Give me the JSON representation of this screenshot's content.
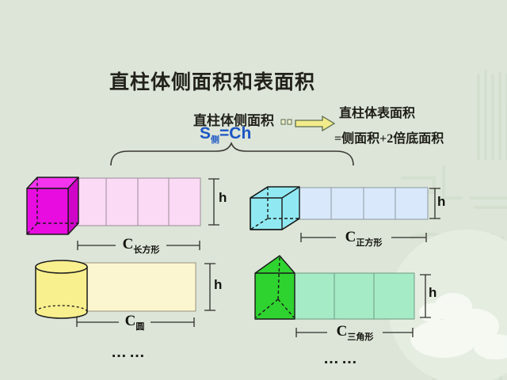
{
  "header": {
    "title": "直柱体侧面积和表面积",
    "lateral_label": "直柱体侧面积",
    "formula_s": "S",
    "formula_sub": "侧",
    "formula_rest": "=Ch",
    "surface_title": "直柱体表面积",
    "surface_formula": "=侧面积+2倍底面积"
  },
  "diagrams": [
    {
      "solid": "cuboid",
      "h_label": "h",
      "c_label": "C",
      "c_sub": "长方形",
      "panels": 4
    },
    {
      "solid": "cube",
      "h_label": "h",
      "c_label": "C",
      "c_sub": "正方形",
      "panels": 4
    },
    {
      "solid": "cylinder",
      "h_label": "h",
      "c_label": "C",
      "c_sub": "圆",
      "panels": 1
    },
    {
      "solid": "triangular-prism",
      "h_label": "h",
      "c_label": "C",
      "c_sub": "三角形",
      "panels": 3
    }
  ],
  "ellipsis": {
    "left": "……",
    "right": "……"
  },
  "colors": {
    "background": "#dce5d8",
    "title_text": "#22221b",
    "formula_blue": "#1c55c4",
    "cuboid_front": "#e80ce0",
    "cuboid_top": "#f434ee",
    "cuboid_side": "#cf06c7",
    "cuboid_net": "#fbdaf6",
    "cube_fill": "#90e9f2",
    "cube_net": "#d9e9fb",
    "cylinder_fill": "#f8ef8e",
    "cylinder_net": "#fbf6cf",
    "prism_fill": "#2fd32f",
    "prism_net": "#a5ebc6",
    "arrow_fill": "#f2ec8a",
    "arrow_stroke": "#5c6b4c",
    "line": "#2e2e28"
  }
}
